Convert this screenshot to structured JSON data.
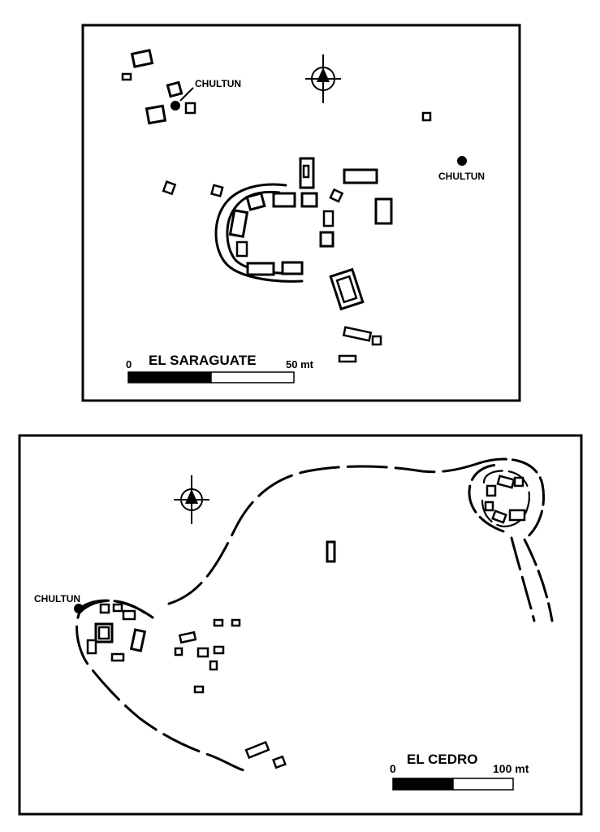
{
  "maps": [
    {
      "title": "EL SARAGUATE",
      "scale": {
        "start": "0",
        "end": "50 mt"
      },
      "feature_labels": [
        "CHULTUN",
        "CHULTUN"
      ]
    },
    {
      "title": "EL CEDRO",
      "scale": {
        "start": "0",
        "end": "100 mt"
      },
      "feature_labels": [
        "CHULTUN"
      ]
    }
  ],
  "icons": [
    "north-arrow-icon",
    "north-arrow-icon"
  ]
}
